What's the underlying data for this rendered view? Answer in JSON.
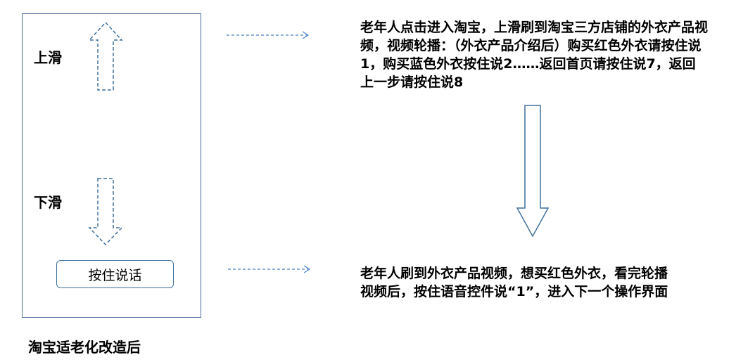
{
  "phone": {
    "swipe_up_label": "上滑",
    "swipe_down_label": "下滑",
    "hold_to_speak_label": "按住说话"
  },
  "caption": "淘宝适老化改造后",
  "descriptions": {
    "swipe_up_result": "老年人点击进入淘宝，上滑刷到淘宝三方店铺的外衣产品视频，视频轮播：（外衣产品介绍后）购买红色外衣请按住说1，购买蓝色外衣按住说2……返回首页请按住说7，返回上一步请按住说8",
    "voice_result": "老年人刷到外衣产品视频，想买红色外衣，看完轮播视频后，按住语音控件说“1”，进入下一个操作界面"
  },
  "colors": {
    "arrow_stroke": "#41719c",
    "frame_border": "#4a6a9a",
    "connector": "#4a7fc1"
  },
  "icons": {
    "swipe_up": "dashed-up-arrow-icon",
    "swipe_down": "dashed-down-arrow-icon",
    "flow": "hollow-down-arrow-icon"
  }
}
